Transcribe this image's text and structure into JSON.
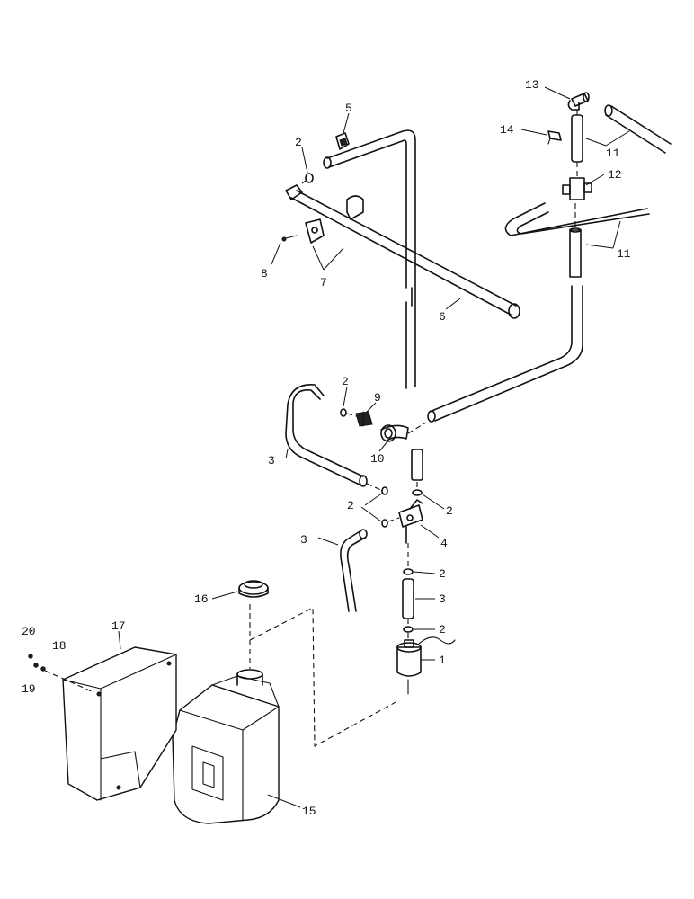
{
  "callouts": {
    "c1": "1",
    "c2a": "2",
    "c2b": "2",
    "c2c": "2",
    "c2d": "2",
    "c2e": "2",
    "c2f": "2",
    "c3a": "3",
    "c3b": "3",
    "c3c": "3",
    "c4": "4",
    "c5": "5",
    "c6": "6",
    "c7": "7",
    "c8": "8",
    "c9": "9",
    "c10": "10",
    "c11a": "11",
    "c11b": "11",
    "c12": "12",
    "c13": "13",
    "c14": "14",
    "c15": "15",
    "c16": "16",
    "c17": "17",
    "c18": "18",
    "c19": "19",
    "c20": "20"
  }
}
